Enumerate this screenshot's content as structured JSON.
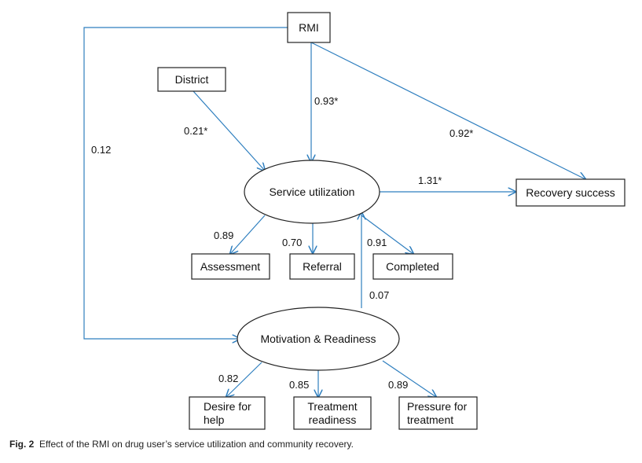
{
  "nodes": {
    "rmi": "RMI",
    "district": "District",
    "service_utilization": "Service utilization",
    "recovery_success": "Recovery success",
    "assessment": "Assessment",
    "referral": "Referral",
    "completed": "Completed",
    "motivation_readiness": "Motivation & Readiness",
    "desire_for_help": [
      "Desire for",
      "help"
    ],
    "treatment_readiness": [
      "Treatment",
      "readiness"
    ],
    "pressure_for_treatment": [
      "Pressure for",
      "treatment"
    ]
  },
  "edges": {
    "rmi_to_service": "0.93*",
    "rmi_to_recovery": "0.92*",
    "rmi_to_motivation": "0.12",
    "district_to_service": "0.21*",
    "service_to_recovery": "1.31*",
    "service_to_assessment": "0.89",
    "service_to_referral": "0.70",
    "service_to_completed": "0.91",
    "motivation_to_service": "0.07",
    "motivation_to_desire": "0.82",
    "motivation_to_treatment": "0.85",
    "motivation_to_pressure": "0.89"
  },
  "colors": {
    "arrow": "#2f7fbf",
    "border": "#222222"
  },
  "caption": {
    "label": "Fig. 2",
    "text": "Effect of the RMI on drug user’s service utilization and community recovery."
  }
}
